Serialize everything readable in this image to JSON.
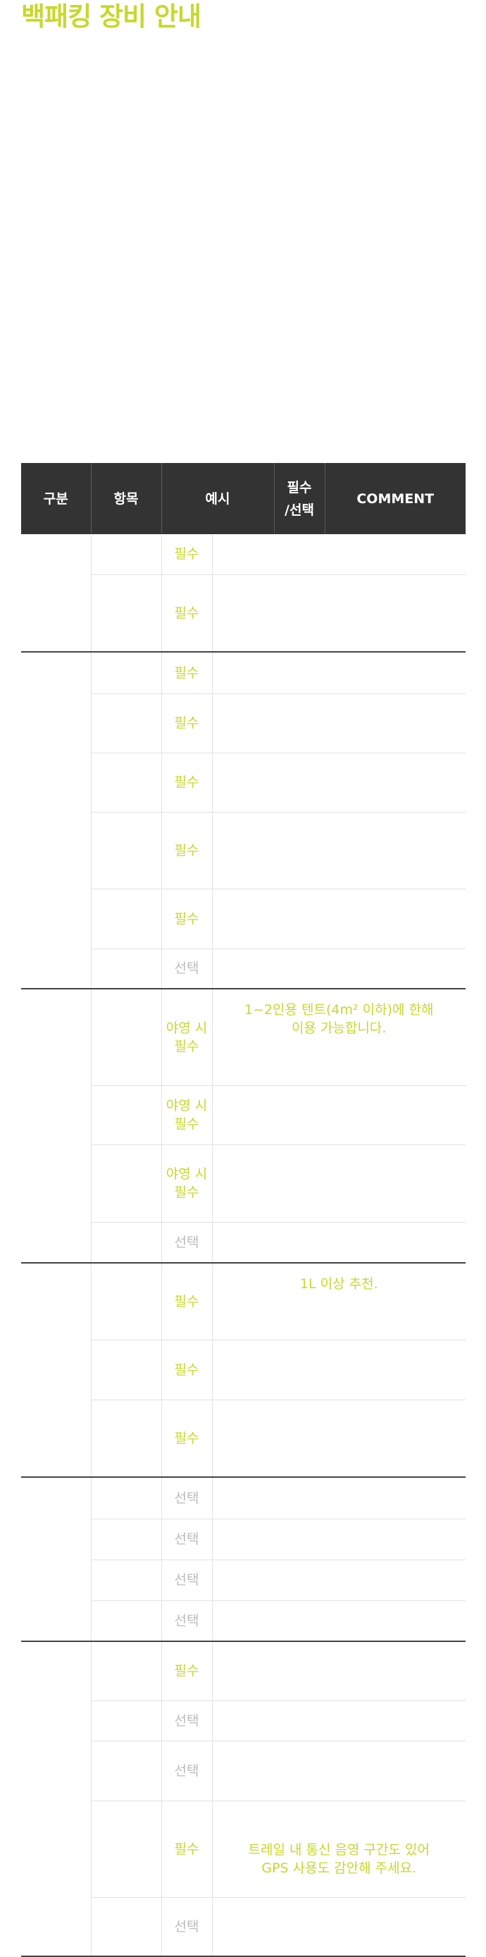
{
  "page": {
    "title": "백패킹 장비 안내"
  },
  "table": {
    "headers": {
      "category": "구분",
      "item": "항목",
      "example": "예시",
      "required": "필수\n/선택",
      "comment": "COMMENT"
    },
    "groups": [
      {
        "category": "",
        "rows": [
          {
            "item": "",
            "required": "필수",
            "comment": ""
          },
          {
            "item": "",
            "required": "필수",
            "comment": ""
          }
        ]
      },
      {
        "category": "",
        "rows": [
          {
            "item": "",
            "required": "필수",
            "comment": ""
          },
          {
            "item": "",
            "required": "필수",
            "comment": ""
          },
          {
            "item": "",
            "required": "필수",
            "comment": ""
          },
          {
            "item": "",
            "required": "필수",
            "comment": ""
          },
          {
            "item": "",
            "required": "필수",
            "comment": ""
          },
          {
            "item": "",
            "required": "선택",
            "comment": ""
          }
        ]
      },
      {
        "category": "",
        "rows": [
          {
            "item": "",
            "required": "야영 시\n필수",
            "comment": "1~2인용 텐트(4m² 이하)에 한해\n이용 가능합니다."
          },
          {
            "item": "",
            "required": "야영 시\n필수",
            "comment": ""
          },
          {
            "item": "",
            "required": "야영 시\n필수",
            "comment": ""
          },
          {
            "item": "",
            "required": "선택",
            "comment": ""
          }
        ]
      },
      {
        "category": "",
        "rows": [
          {
            "item": "",
            "required": "필수",
            "comment": "1L 이상 추천."
          },
          {
            "item": "",
            "required": "필수",
            "comment": ""
          },
          {
            "item": "",
            "required": "필수",
            "comment": ""
          }
        ]
      },
      {
        "category": "",
        "rows": [
          {
            "item": "",
            "required": "선택",
            "comment": ""
          },
          {
            "item": "",
            "required": "선택",
            "comment": ""
          },
          {
            "item": "",
            "required": "선택",
            "comment": ""
          },
          {
            "item": "",
            "required": "선택",
            "comment": ""
          }
        ]
      },
      {
        "category": "",
        "rows": [
          {
            "item": "",
            "required": "필수",
            "comment": ""
          },
          {
            "item": "",
            "required": "선택",
            "comment": ""
          },
          {
            "item": "",
            "required": "선택",
            "comment": ""
          },
          {
            "item": "",
            "required": "필수",
            "comment": "트레일 내 통신 음영 구간도 있어\nGPS 사용도 감안해 주세요."
          },
          {
            "item": "",
            "required": "선택",
            "comment": ""
          }
        ]
      }
    ]
  }
}
